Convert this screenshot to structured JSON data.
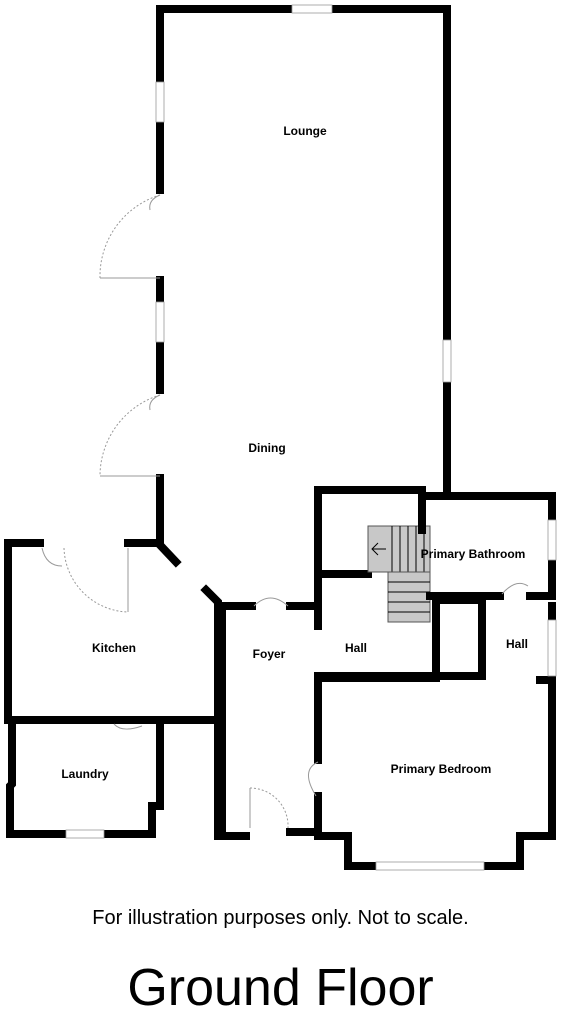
{
  "rooms": {
    "lounge": "Lounge",
    "dining": "Dining",
    "kitchen": "Kitchen",
    "laundry": "Laundry",
    "foyer": "Foyer",
    "hall_center": "Hall",
    "hall_right": "Hall",
    "primary_bathroom": "Primary Bathroom",
    "primary_bedroom": "Primary Bedroom"
  },
  "disclaimer": "For illustration purposes only. Not to scale.",
  "floor_name": "Ground Floor"
}
